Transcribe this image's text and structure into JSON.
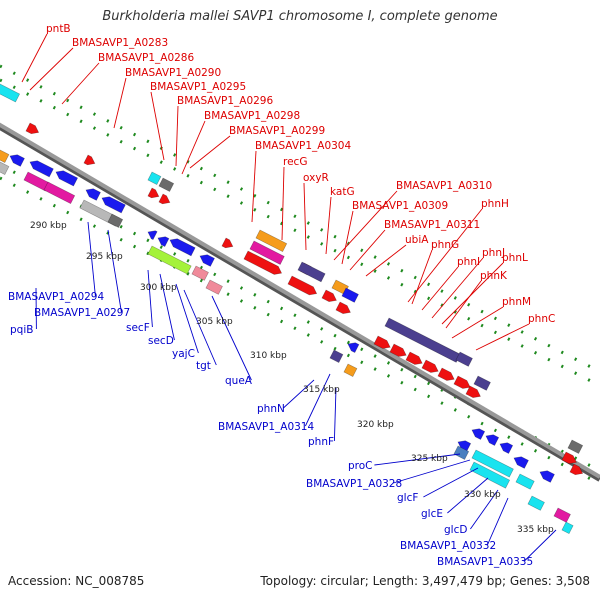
{
  "title": "Burkholderia mallei SAVP1 chromosome I, complete genome",
  "footer": {
    "accession": "Accession: NC_008785",
    "summary": "Topology: circular; Length: 3,497,479 bp; Genes: 3,508"
  },
  "colors": {
    "backbone": "#999999",
    "forward_label": "#dd0000",
    "reverse_label": "#0000cc",
    "kbp_label": "#222222",
    "tick_dots": "#1f8a1f"
  },
  "kbp_labels": [
    "290 kbp",
    "295 kbp",
    "300 kbp",
    "305 kbp",
    "310 kbp",
    "315 kbp",
    "320 kbp",
    "325 kbp",
    "330 kbp",
    "335 kbp"
  ],
  "forward_labels": [
    "pntB",
    "BMASAVP1_A0283",
    "BMASAVP1_A0286",
    "BMASAVP1_A0290",
    "BMASAVP1_A0295",
    "BMASAVP1_A0296",
    "BMASAVP1_A0298",
    "BMASAVP1_A0299",
    "BMASAVP1_A0304",
    "recG",
    "oxyR",
    "katG",
    "BMASAVP1_A0310",
    "BMASAVP1_A0309",
    "phnH",
    "BMASAVP1_A0311",
    "ubiA",
    "phnG",
    "phnJ",
    "phnI",
    "phnL",
    "phnK",
    "phnM",
    "phnC"
  ],
  "reverse_labels": [
    "BMASAVP1_A0294",
    "pqiB",
    "BMASAVP1_A0297",
    "secF",
    "secD",
    "yajC",
    "tgt",
    "queA",
    "phnN",
    "BMASAVP1_A0314",
    "phnF",
    "proC",
    "BMASAVP1_A0328",
    "glcF",
    "glcE",
    "glcD",
    "BMASAVP1_A0332",
    "BMASAVP1_A0335"
  ]
}
